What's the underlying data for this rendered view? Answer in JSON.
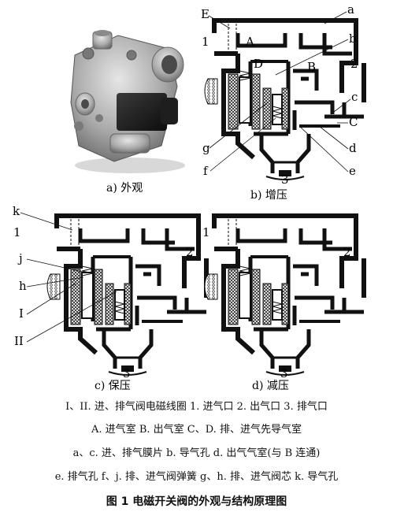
{
  "panel_a": {
    "caption": "a)  外观"
  },
  "panel_b": {
    "caption": "b)  增压",
    "labels": {
      "E": "E",
      "a": "a",
      "one": "1",
      "A": "A",
      "b": "b",
      "D": "D",
      "B": "B",
      "two": "2",
      "c": "c",
      "C": "C",
      "g": "g",
      "d": "d",
      "f": "f",
      "e": "e",
      "three": "3"
    }
  },
  "panel_c": {
    "caption": "c)  保压",
    "labels": {
      "k": "k",
      "one": "1",
      "j": "j",
      "two": "2",
      "h": "h",
      "I": "I",
      "II": "II",
      "three": "3"
    }
  },
  "panel_d": {
    "caption": "d)  减压",
    "labels": {
      "one": "1",
      "two": "2",
      "three": "3"
    }
  },
  "legend": {
    "line1": "I、II. 进、排气阀电磁线圈   1. 进气口   2. 出气口   3. 排气口",
    "line2": "A. 进气室   B. 出气室   C、D. 排、进气先导气室",
    "line3": "a、c. 进、排气膜片   b. 导气孔   d. 出气气室(与 B 连通)",
    "line4": "e. 排气孔   f、j. 排、进气阀弹簧   g、h. 排、进气阀芯   k. 导气孔"
  },
  "figure_title": "图 1    电磁开关阀的外观与结构原理图"
}
